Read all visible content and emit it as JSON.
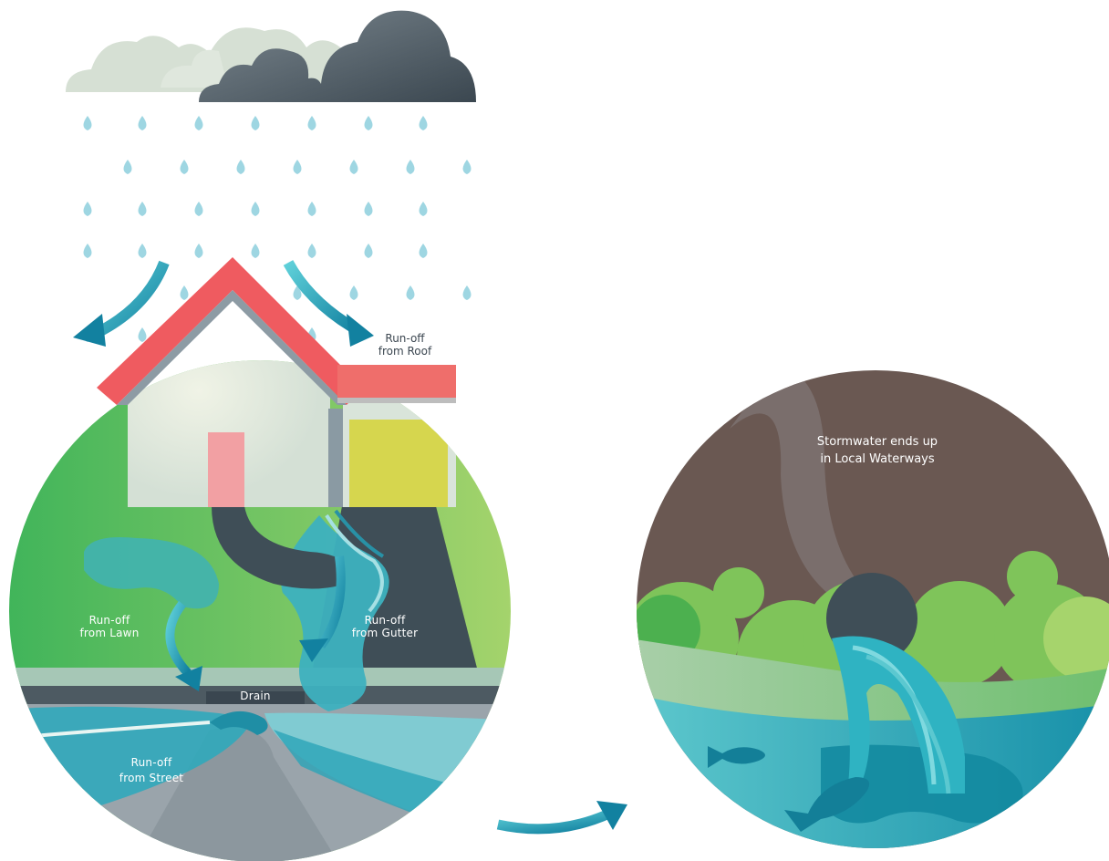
{
  "labels": {
    "roof_line1": "Run-off",
    "roof_line2": "from Roof",
    "lawn_line1": "Run-off",
    "lawn_line2": "from Lawn",
    "gutter_line1": "Run-off",
    "gutter_line2": "from Gutter",
    "drain": "Drain",
    "street_line1": "Run-off",
    "street_line2": "from Street",
    "waterways_line1": "Stormwater ends up",
    "waterways_line2": "in Local Waterways"
  },
  "colors": {
    "grass": "#5cb85c",
    "water": "#2fb3c2",
    "deep_water": "#1a8fa3",
    "roof": "#ef5b60",
    "house": "#d9e4da",
    "door": "#f2a0a3",
    "garage_door": "#d6d64e",
    "asphalt": "#3f4e57",
    "ground_brown": "#6a5852",
    "cloud_light": "#d6e0d4",
    "cloud_dark": "#5a6670"
  },
  "icons": {
    "clouds": "cloud-icon",
    "rain": "raindrop-icon",
    "fish": "fish-icon",
    "flow_arrows": "arrow-icon"
  }
}
